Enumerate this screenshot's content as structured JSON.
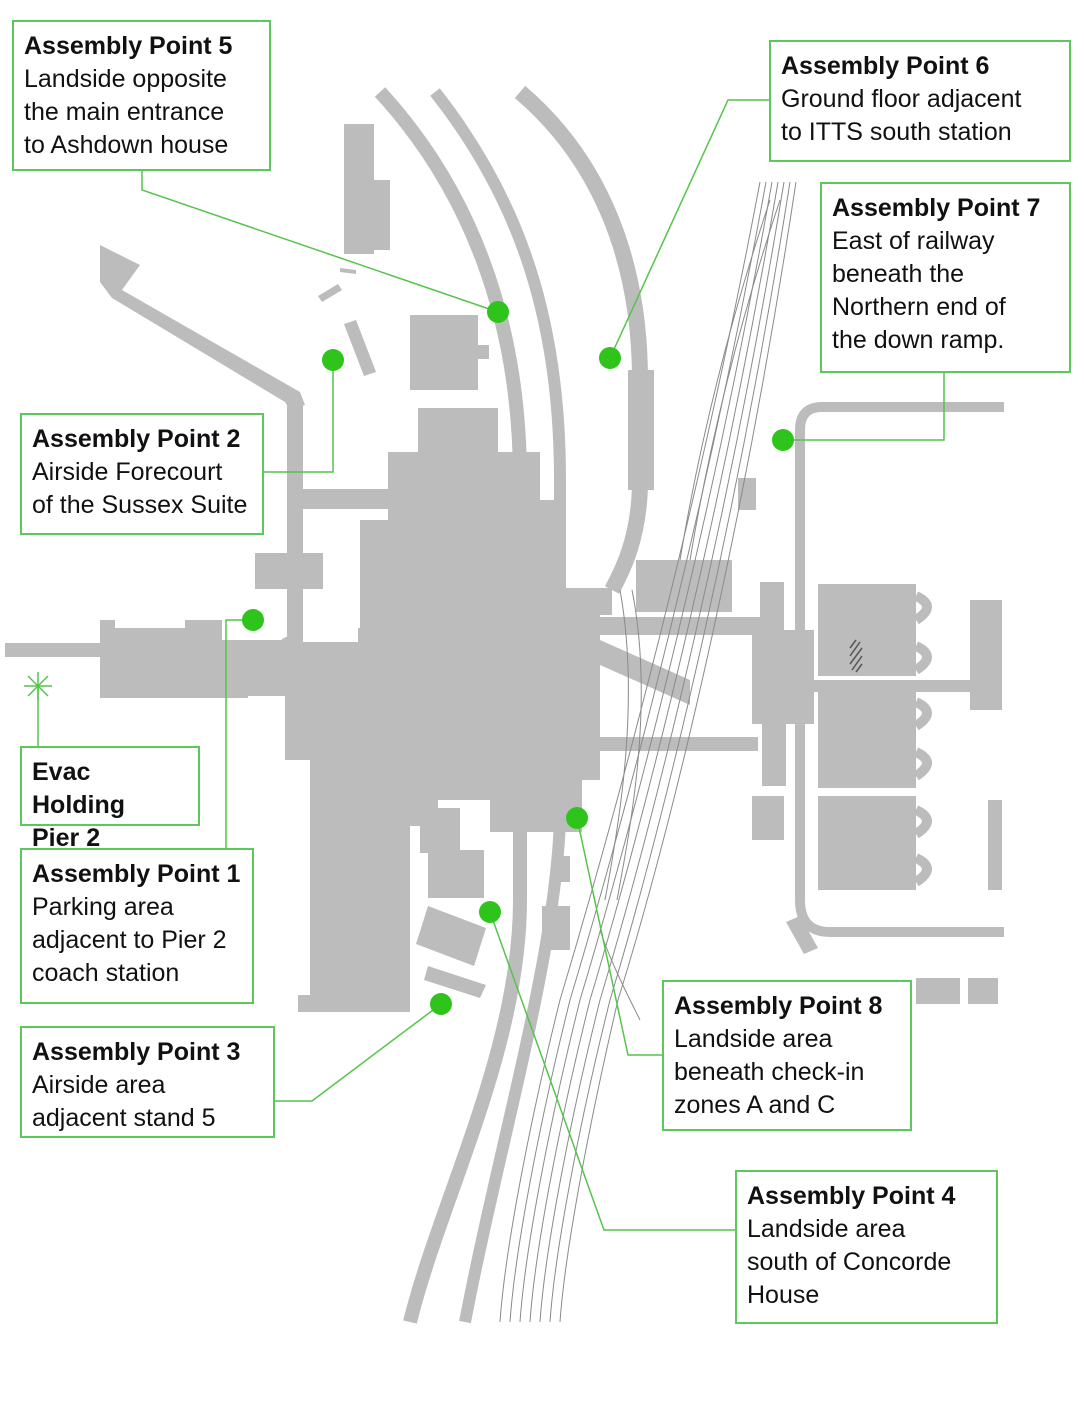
{
  "colors": {
    "building": "#bcbcbc",
    "rail": "#8a8a8a",
    "leader": "#55c44a",
    "point": "#2ec41c",
    "box_border": "#5cc85c"
  },
  "map": {
    "assembly_points": [
      {
        "id": "ap5",
        "title": "Assembly Point 5",
        "description": "Landside opposite\nthe main entrance\nto Ashdown house"
      },
      {
        "id": "ap6",
        "title": "Assembly Point 6",
        "description": "Ground floor adjacent\nto ITTS south station"
      },
      {
        "id": "ap7",
        "title": "Assembly Point 7",
        "description": "East of railway\nbeneath the\nNorthern end of\nthe down ramp."
      },
      {
        "id": "ap2",
        "title": "Assembly Point 2",
        "description": "Airside Forecourt\nof the Sussex Suite"
      },
      {
        "id": "evac",
        "title": "Evac Holding\nPier 2",
        "description": ""
      },
      {
        "id": "ap1",
        "title": "Assembly Point 1",
        "description": "Parking area\nadjacent to Pier 2\ncoach station"
      },
      {
        "id": "ap3",
        "title": "Assembly Point 3",
        "description": "Airside area\nadjacent stand 5"
      },
      {
        "id": "ap8",
        "title": "Assembly Point 8",
        "description": "Landside area\nbeneath check-in\nzones A and C"
      },
      {
        "id": "ap4",
        "title": "Assembly Point 4",
        "description": "Landside area\nsouth of Concorde\nHouse"
      }
    ]
  }
}
